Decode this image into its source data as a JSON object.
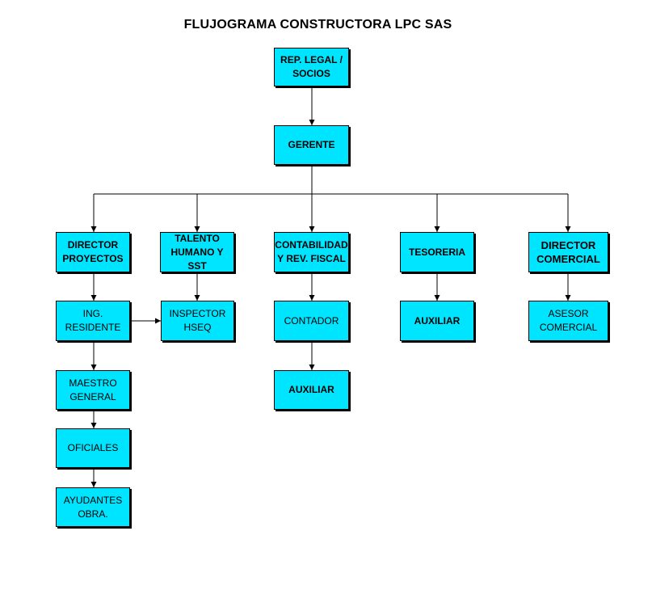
{
  "title": "FLUJOGRAMA CONSTRUCTORA LPC SAS",
  "colors": {
    "box_fill": "#00e5ff",
    "border": "#000000",
    "line": "#000000"
  },
  "nodes": {
    "rep_legal": "REP. LEGAL /\nSOCIOS",
    "gerente": "GERENTE",
    "director_proyectos": "DIRECTOR\nPROYECTOS",
    "talento_humano": "TALENTO\nHUMANO Y SST",
    "contabilidad": "CONTABILIDAD\nY REV. FISCAL",
    "tesoreria": "TESORERIA",
    "director_comercial": "DIRECTOR\nCOMERCIAL",
    "ing_residente": "ING. RESIDENTE",
    "inspector_hseq": "INSPECTOR\nHSEQ",
    "contador": "CONTADOR",
    "auxiliar_tesoreria": "AUXILIAR",
    "asesor_comercial": "ASESOR\nCOMERCIAL",
    "auxiliar_contable": "AUXILIAR",
    "maestro_general": "MAESTRO\nGENERAL",
    "oficiales": "OFICIALES",
    "ayudantes_obra": "AYUDANTES\nOBRA."
  }
}
